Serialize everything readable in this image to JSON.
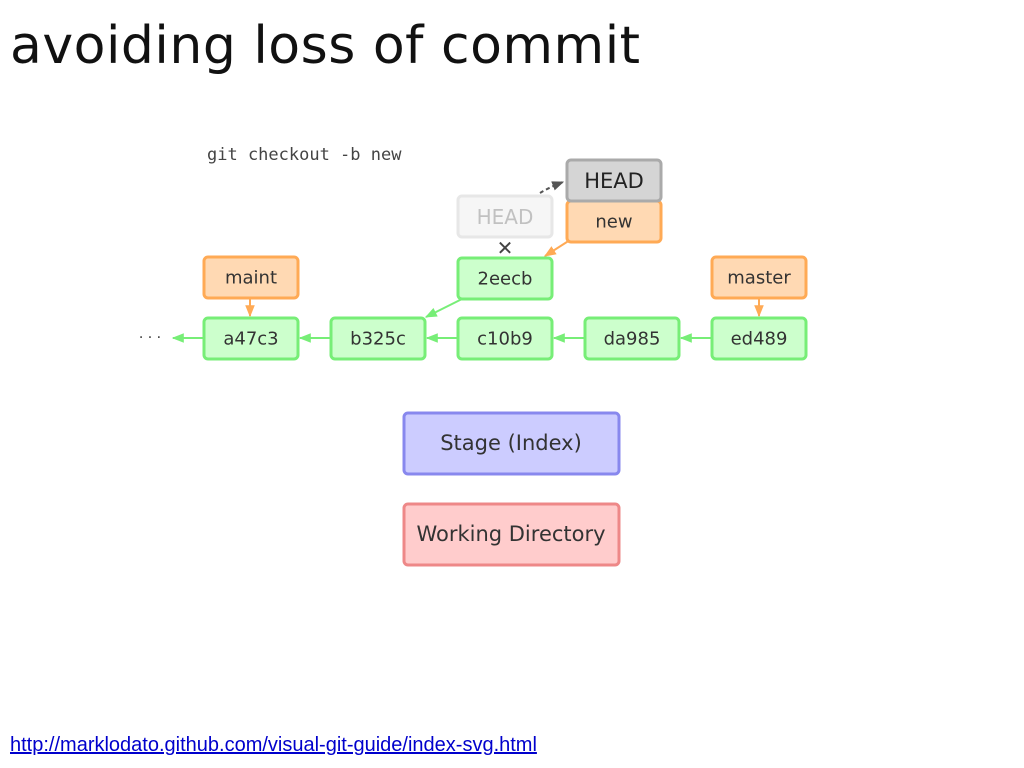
{
  "slide": {
    "title": "avoiding loss of commit",
    "link": "http://marklodato.github.com/visual-git-guide/index-svg.html"
  },
  "diagram": {
    "command": "git checkout -b new",
    "ellipsis": "· · ·",
    "commits": [
      "a47c3",
      "b325c",
      "c10b9",
      "da985",
      "ed489",
      "2eecb"
    ],
    "refs": {
      "maint": "maint",
      "master": "master",
      "new": "new",
      "head_current": "HEAD",
      "head_old": "HEAD"
    },
    "cross_mark": "✕",
    "stage_label": "Stage (Index)",
    "working_dir_label": "Working Directory",
    "colors": {
      "commit_fill": "#ccffcc",
      "commit_stroke": "#77ee77",
      "branch_fill": "#ffd9b3",
      "branch_stroke": "#ffaa55",
      "head_fill": "#d5d5d5",
      "head_stroke": "#aaaaaa",
      "stage_fill": "#ccccff",
      "stage_stroke": "#8888ee",
      "wd_fill": "#ffcccc",
      "wd_stroke": "#ee8888"
    }
  }
}
